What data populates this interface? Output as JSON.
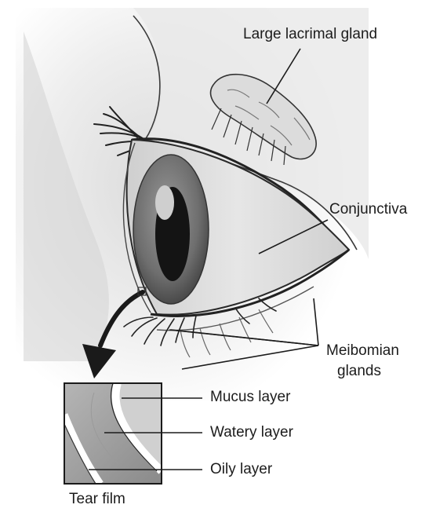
{
  "labels": {
    "large_lacrimal_gland": "Large lacrimal gland",
    "conjunctiva": "Conjunctiva",
    "meibomian_line1": "Meibomian",
    "meibomian_line2": "glands",
    "mucus_layer": "Mucus layer",
    "watery_layer": "Watery layer",
    "oily_layer": "Oily layer",
    "tear_film": "Tear film"
  },
  "colors": {
    "ink": "#1c1c1c",
    "shading": "#bdbdbd",
    "background": "#ffffff"
  }
}
